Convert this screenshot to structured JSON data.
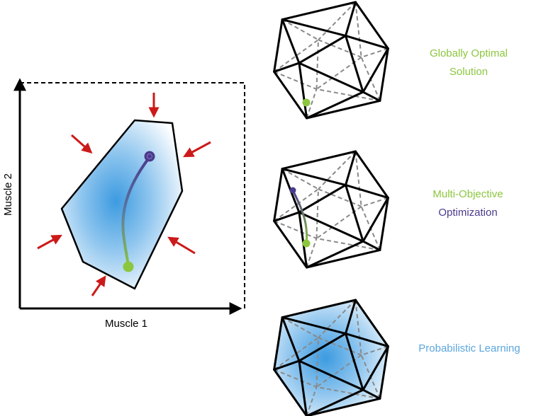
{
  "left_panel": {
    "x_axis_label": "Muscle 1",
    "y_axis_label": "Muscle 2"
  },
  "panels": [
    {
      "id": "globally-optimal",
      "lines": [
        "Globally Optimal",
        "Solution"
      ]
    },
    {
      "id": "multi-objective",
      "lines": [
        "Multi-Objective",
        "Optimization"
      ]
    },
    {
      "id": "probabilistic",
      "lines": [
        "Probabilistic Learning"
      ]
    }
  ],
  "colors": {
    "green": "#8cc63e",
    "purple": "#4a3a8c",
    "blue": "#5ba6dd",
    "arrow_red": "#cc1a1a",
    "line_black": "#000000",
    "dash_gray": "#8a8a8a"
  }
}
